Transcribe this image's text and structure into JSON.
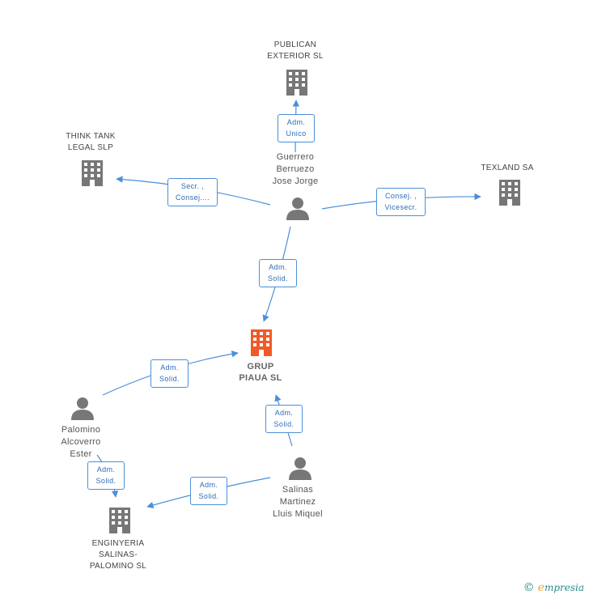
{
  "nodes": {
    "publican": {
      "label": "PUBLICAN\nEXTERIOR  SL",
      "icon": "building-icon",
      "color": "#777777"
    },
    "thinktank": {
      "label": "THINK TANK\nLEGAL  SLP",
      "icon": "building-icon",
      "color": "#777777"
    },
    "texland": {
      "label": "TEXLAND SA",
      "icon": "building-icon",
      "color": "#777777"
    },
    "guerrero": {
      "label": "Guerrero\nBerruezo\nJose Jorge",
      "icon": "person-icon",
      "color": "#777777"
    },
    "grup": {
      "label": "GRUP\nPIAUA  SL",
      "icon": "building-icon",
      "color": "#f05a28"
    },
    "palomino": {
      "label": "Palomino\nAlcoverro\nEster",
      "icon": "person-icon",
      "color": "#777777"
    },
    "salinas": {
      "label": "Salinas\nMartinez\nLluis Miquel",
      "icon": "person-icon",
      "color": "#777777"
    },
    "enginyeria": {
      "label": "ENGINYERIA\nSALINAS-\nPALOMINO SL",
      "icon": "building-icon",
      "color": "#777777"
    }
  },
  "edges": {
    "guerrero_publican": "Adm.\nUnico",
    "guerrero_thinktank": "Secr. ,\nConsej....",
    "guerrero_texland": "Consej. ,\nVicesecr.",
    "guerrero_grup": "Adm.\nSolid.",
    "palomino_grup": "Adm.\nSolid.",
    "salinas_grup": "Adm.\nSolid.",
    "palomino_enginyeria": "Adm.\nSolid.",
    "salinas_enginyeria": "Adm.\nSolid."
  },
  "colors": {
    "edge": "#4a90d9",
    "node": "#777777",
    "focus": "#f05a28"
  },
  "brand": {
    "copyright": "©",
    "e": "e",
    "rest": "mpresia"
  }
}
